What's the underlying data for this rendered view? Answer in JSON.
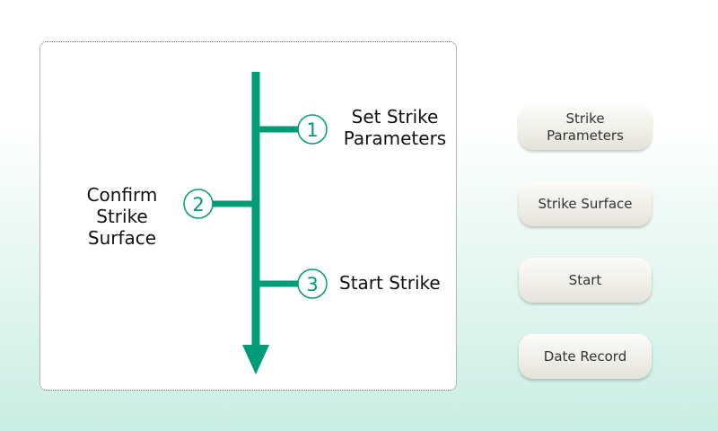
{
  "colors": {
    "accent": "#009b77"
  },
  "steps": [
    {
      "number": "1",
      "lines": [
        "Set Strike",
        "Parameters"
      ]
    },
    {
      "number": "2",
      "lines": [
        "Confirm",
        "Strike Surface"
      ]
    },
    {
      "number": "3",
      "lines": [
        "Start Strike"
      ]
    }
  ],
  "buttons": {
    "strike_parameters": [
      "Strike",
      "Parameters"
    ],
    "strike_surface": "Strike Surface",
    "start": "Start",
    "date_record": "Date Record"
  }
}
